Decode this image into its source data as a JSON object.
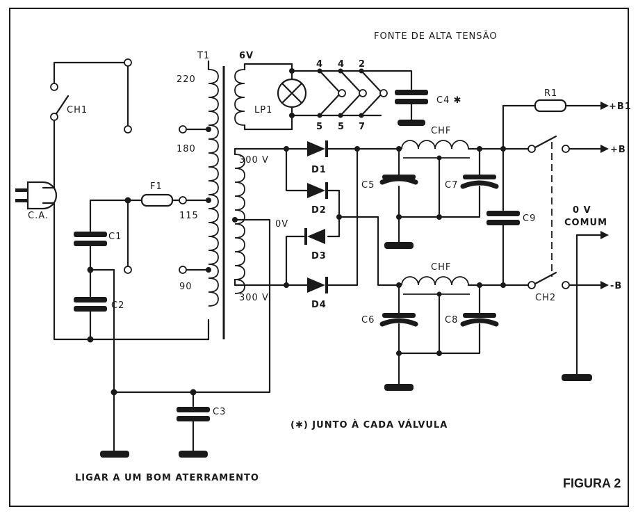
{
  "title": "FONTE DE ALTA TENSÃO",
  "figure_label": "FIGURA 2",
  "ground_note": "LIGAR A UM BOM ATERRAMENTO",
  "valve_note": "(✱) JUNTO À CADA VÁLVULA",
  "components": {
    "plug": "C.A.",
    "switch_main": "CH1",
    "switch_out": "CH2",
    "fuse": "F1",
    "transformer": "T1",
    "lamp": "LP1",
    "c1": "C1",
    "c2": "C2",
    "c3": "C3",
    "c4": "C4 ✱",
    "c5": "C5",
    "c6": "C6",
    "c7": "C7",
    "c8": "C8",
    "c9": "C9",
    "r1": "R1",
    "d1": "D1",
    "d2": "D2",
    "d3": "D3",
    "d4": "D4",
    "choke_top": "CHF",
    "choke_bottom": "CHF"
  },
  "taps": {
    "t220": "220",
    "t180": "180",
    "t115": "115",
    "t90": "90"
  },
  "secondary": {
    "v6": "6V",
    "v300_top": "300 V",
    "v0": "0V",
    "v300_bottom": "300 V"
  },
  "valve_pins": {
    "top": [
      "4",
      "4",
      "2"
    ],
    "bottom": [
      "5",
      "5",
      "7"
    ]
  },
  "outputs": {
    "b_plus_1": "+B1",
    "b_plus": "+B",
    "common_line1": "0 V",
    "common_line2": "COMUM",
    "b_minus": "-B"
  }
}
